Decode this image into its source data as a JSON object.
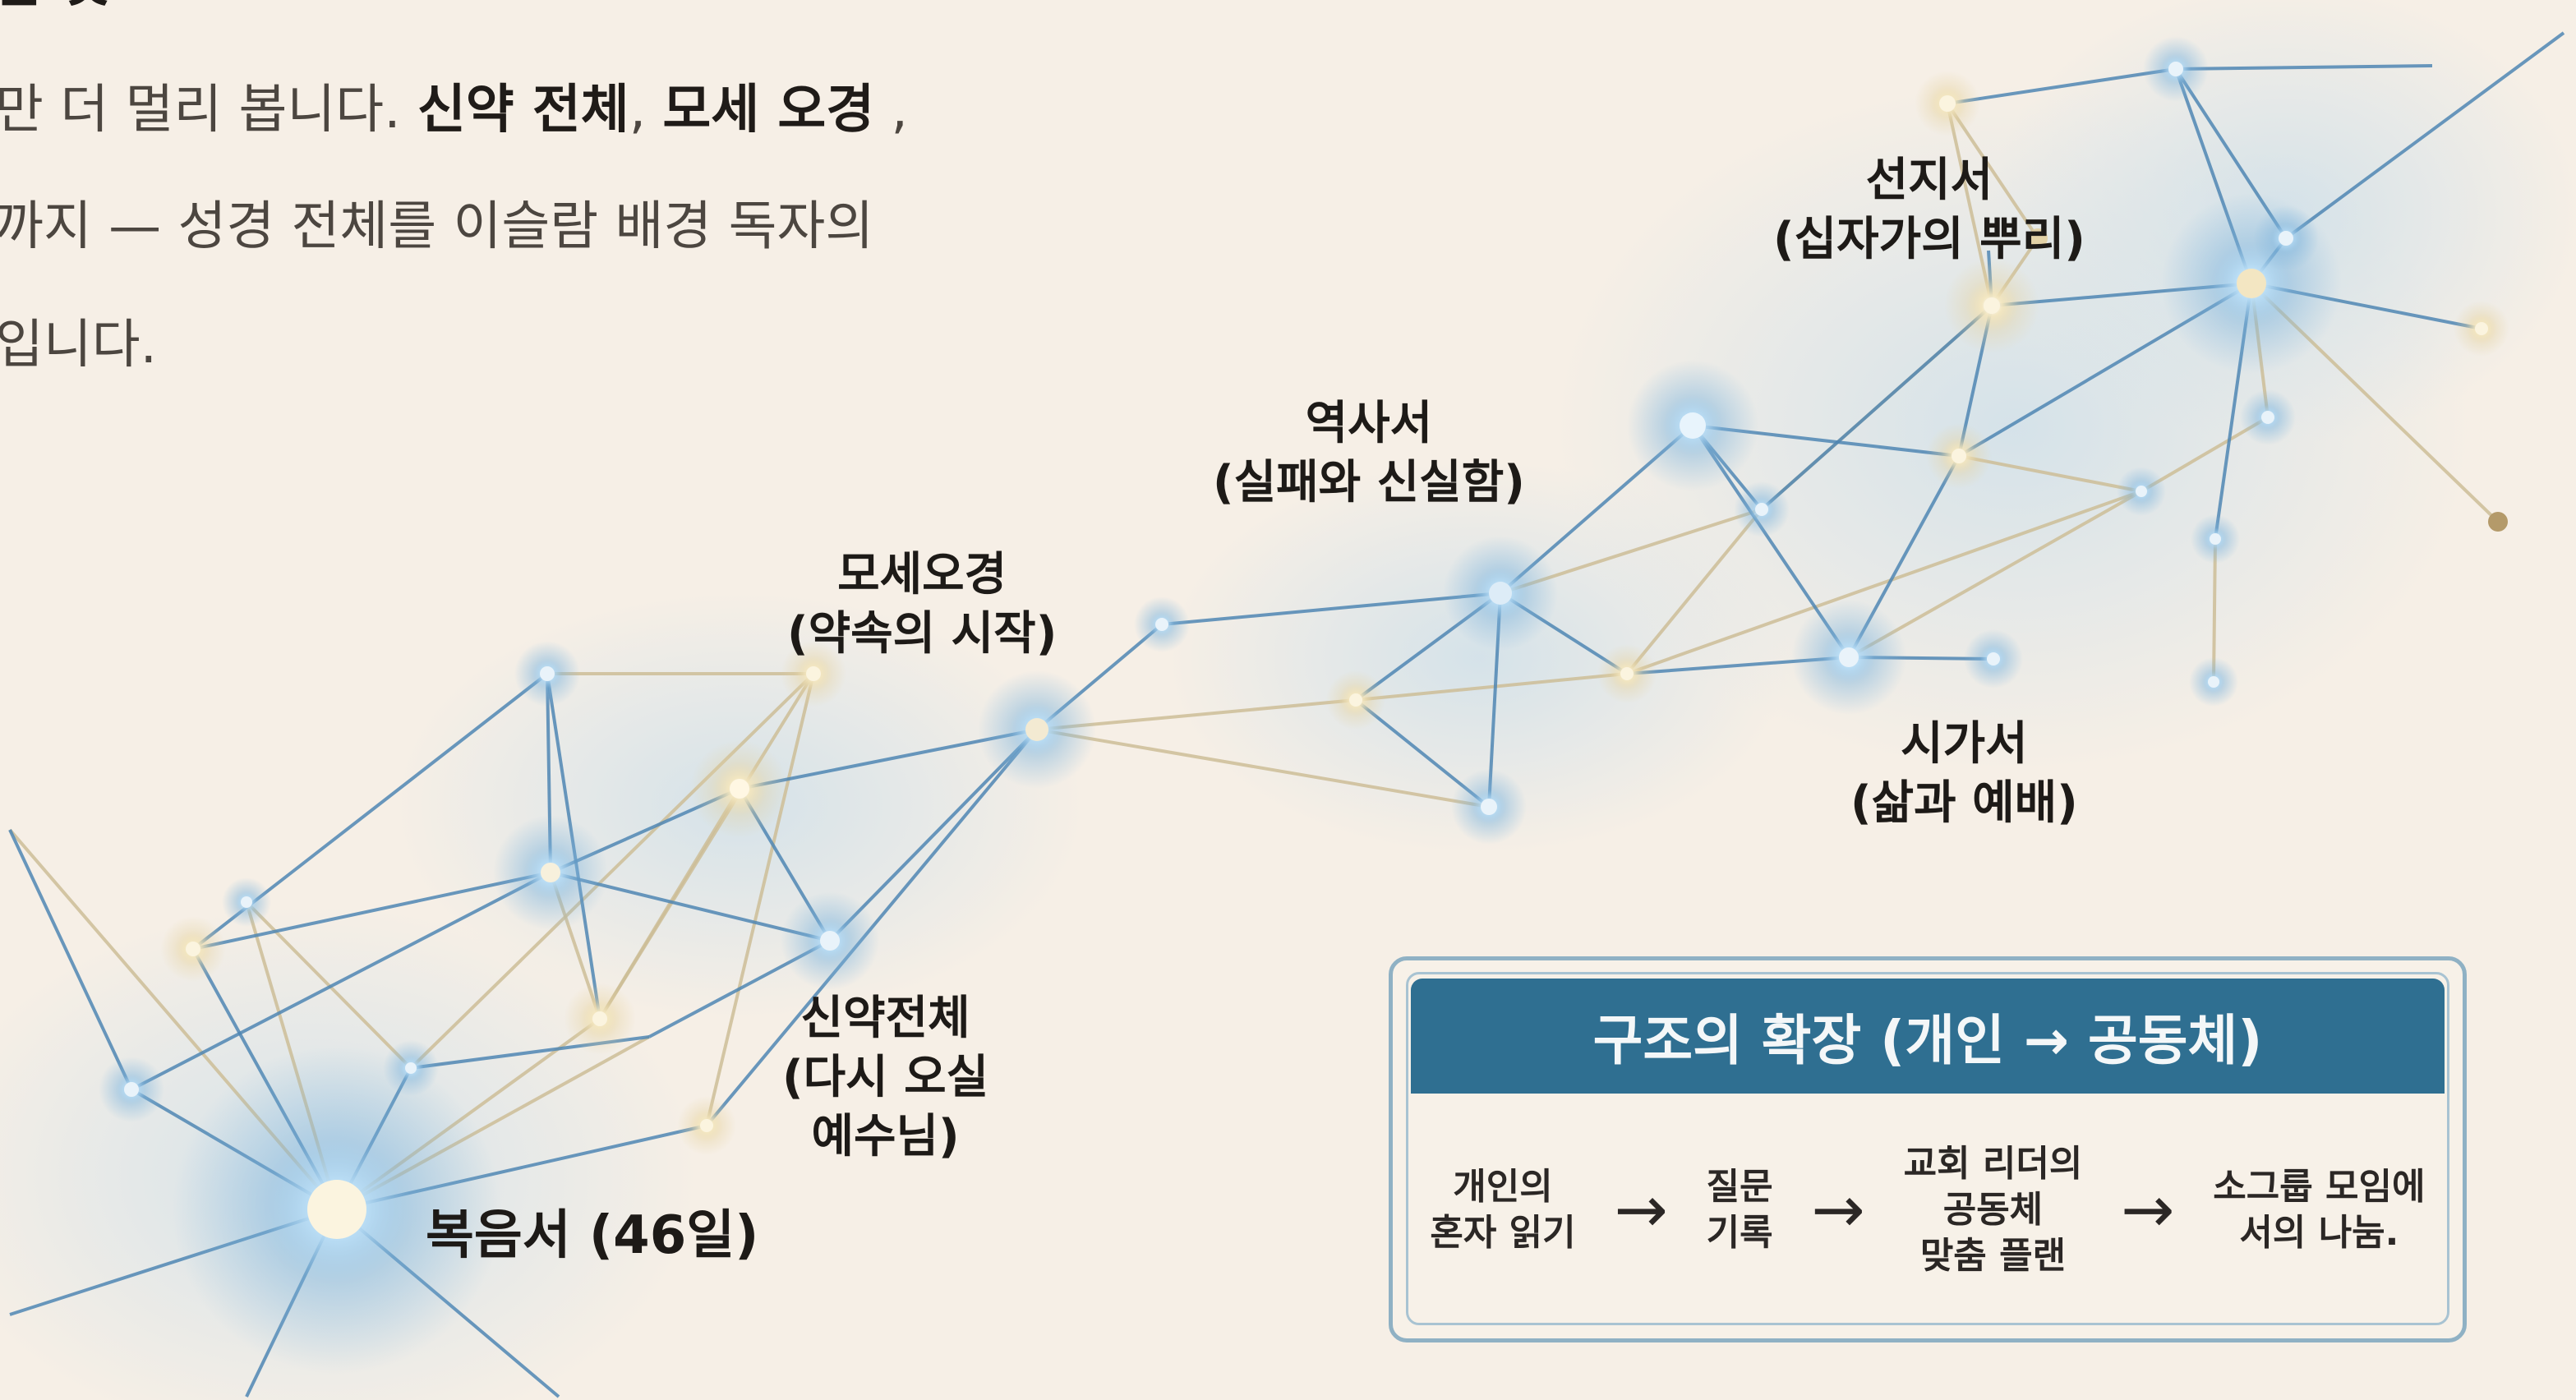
{
  "intro": {
    "line0": "음 것",
    "line1_prefix": "만 더 멀리 봅니다. ",
    "line1_bold1": "신약 전체",
    "line1_sep": ", ",
    "line1_bold2": "모세 오경",
    "line1_suffix": " ,",
    "line2": "까지 — 성경 전체를 이슬람 배경 독자의",
    "line3": "입니다."
  },
  "nodes": {
    "gospels": "복음서 (46일)",
    "nt_line1": "신약전체",
    "nt_line2": "(다시 오실",
    "nt_line3": "예수님)",
    "moses_line1": "모세오경",
    "moses_line2": "(약속의 시작)",
    "history_line1": "역사서",
    "history_line2": "(실패와 신실함)",
    "poetry_line1": "시가서",
    "poetry_line2": "(삶과 예배)",
    "prophets_line1": "선지서",
    "prophets_line2": "(십자가의 뿌리)"
  },
  "panel": {
    "title": "구조의 확장 (개인 → 공동체)",
    "steps": [
      {
        "line1": "개인의",
        "line2": "혼자 읽기"
      },
      {
        "line1": "질문",
        "line2": "기록"
      },
      {
        "line1": "교회 리더의",
        "line2": "공동체",
        "line3": "맞춤 플랜"
      },
      {
        "line1": "소그룹 모임에",
        "line2": "서의 나눔."
      }
    ],
    "arrow": "→"
  },
  "colors": {
    "background": "#f6efe6",
    "blue_line": "#4f86b3",
    "gold_line": "#cdbd97",
    "panel_header": "#2f6f91",
    "glow_blue": "#8fc2e6"
  }
}
